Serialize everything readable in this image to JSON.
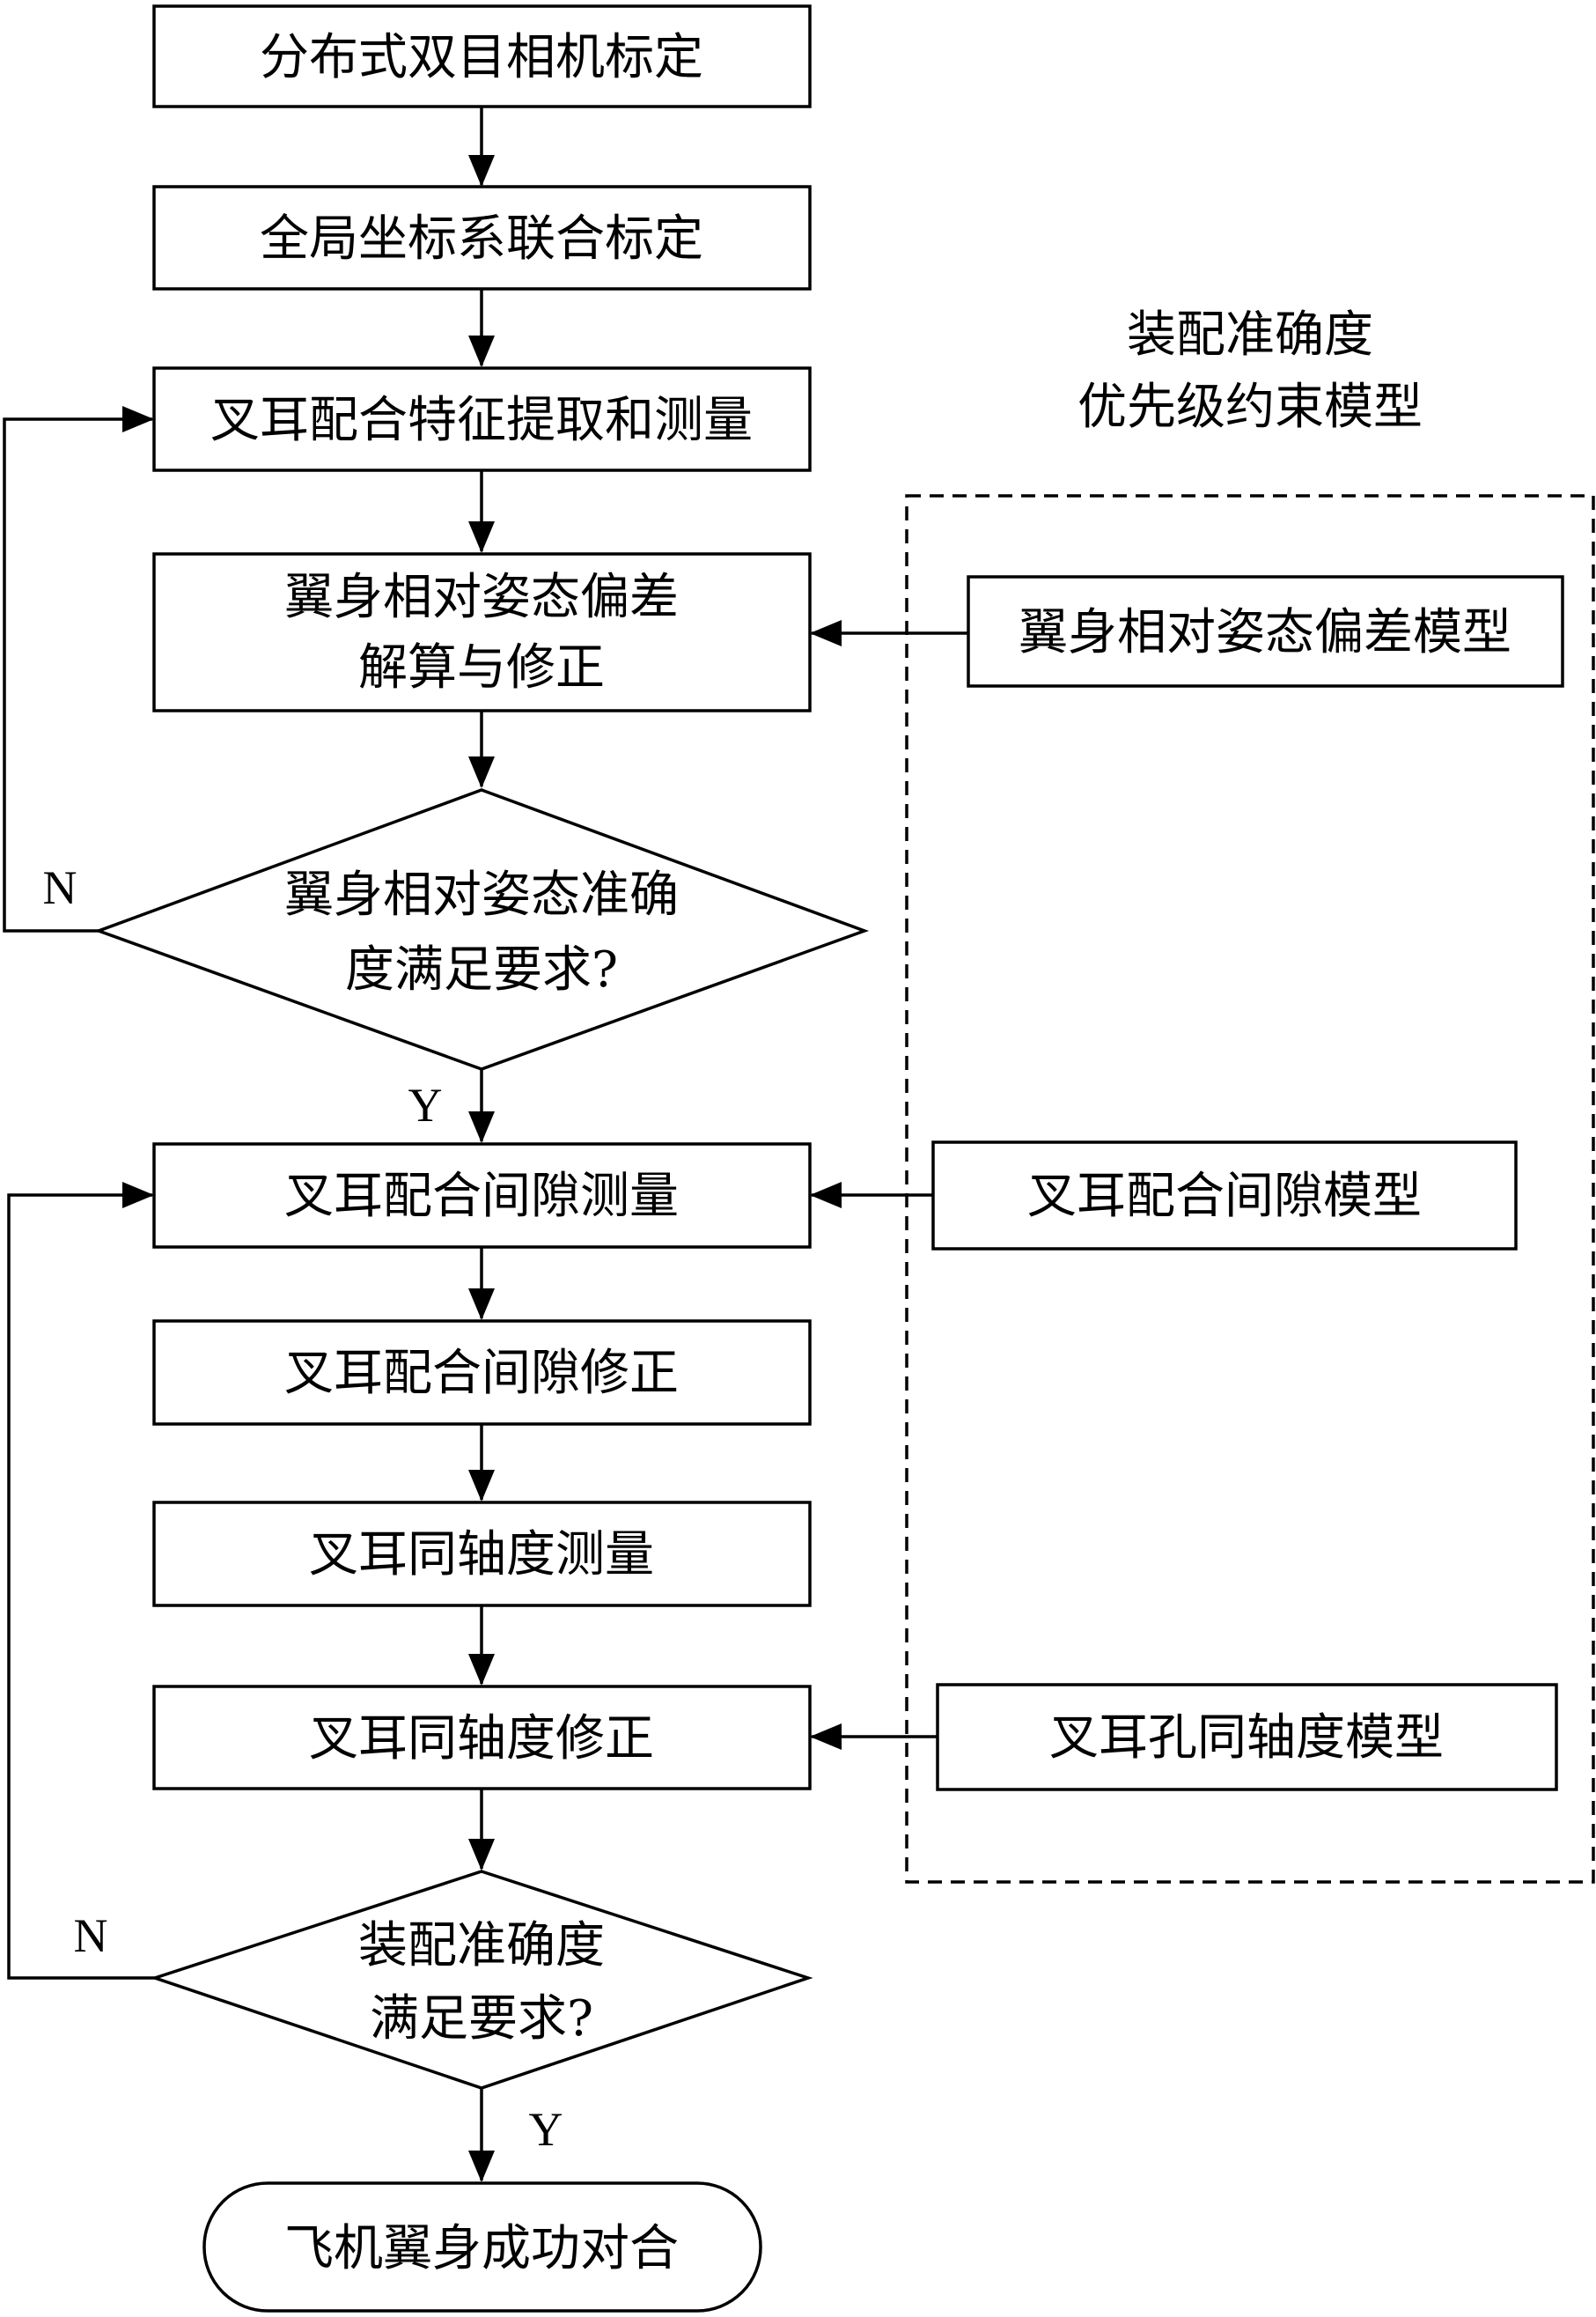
{
  "steps": {
    "calib": "分布式双目相机标定",
    "global": "全局坐标系联合标定",
    "feature": "叉耳配合特征提取和测量",
    "pose_line1": "翼身相对姿态偏差",
    "pose_line2": "解算与修正",
    "gap_meas": "叉耳配合间隙测量",
    "gap_fix": "叉耳配合间隙修正",
    "coax_meas": "叉耳同轴度测量",
    "coax_fix": "叉耳同轴度修正",
    "end": "飞机翼身成功对合"
  },
  "decisions": {
    "pose_line1": "翼身相对姿态准确",
    "pose_line2": "度满足要求?",
    "assembly_line1": "装配准确度",
    "assembly_line2": "满足要求?"
  },
  "models": {
    "group_title_line1": "装配准确度",
    "group_title_line2": "优先级约束模型",
    "pose_model": "翼身相对姿态偏差模型",
    "gap_model": "叉耳配合间隙模型",
    "coax_model": "叉耳孔同轴度模型"
  },
  "branch_labels": {
    "no1": "N",
    "yes1": "Y",
    "no2": "N",
    "yes2": "Y"
  }
}
